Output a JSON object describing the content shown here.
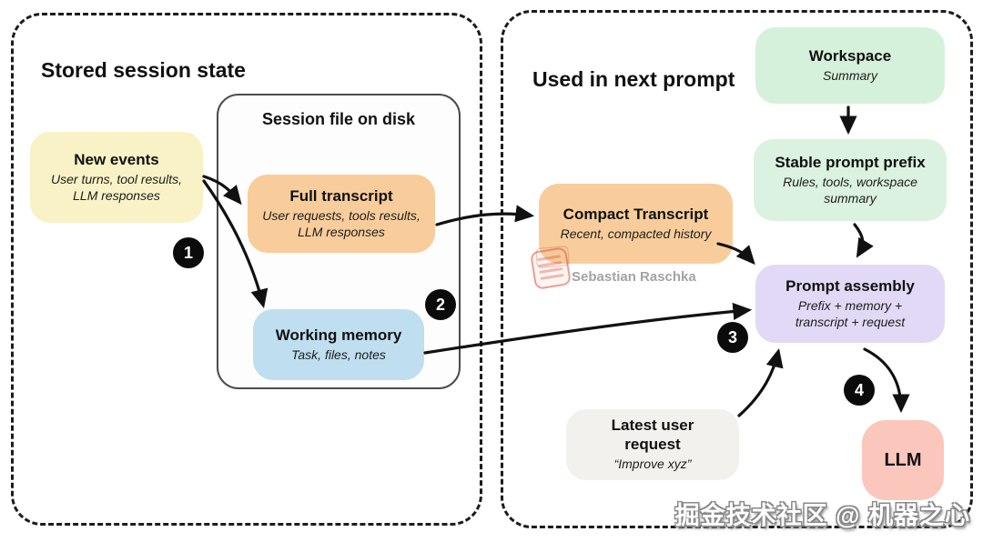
{
  "left_panel": {
    "title": "Stored session state"
  },
  "right_panel": {
    "title": "Used in next prompt"
  },
  "session_file": {
    "title": "Session file on disk"
  },
  "nodes": {
    "new_events": {
      "title": "New events",
      "subtitle": "User turns, tool results, LLM responses",
      "bg": "#F8F2C6"
    },
    "full_transcript": {
      "title": "Full transcript",
      "subtitle": "User requests, tools results, LLM responses",
      "bg": "#F8CD9B"
    },
    "working_memory": {
      "title": "Working memory",
      "subtitle": "Task, files, notes",
      "bg": "#BFDEEF"
    },
    "compact_transcript": {
      "title": "Compact Transcript",
      "subtitle": "Recent, compacted history",
      "bg": "#F8CD9B"
    },
    "workspace": {
      "title": "Workspace",
      "subtitle": "Summary",
      "bg": "#D6F1DB"
    },
    "stable_prefix": {
      "title": "Stable prompt prefix",
      "subtitle": "Rules, tools, workspace summary",
      "bg": "#DAF2DF"
    },
    "prompt_assembly": {
      "title": "Prompt assembly",
      "subtitle": "Prefix + memory + transcript + request",
      "bg": "#E2D9F6"
    },
    "latest_request": {
      "title": "Latest user request",
      "subtitle": "“Improve xyz”",
      "bg": "#F2F1ED"
    },
    "llm": {
      "title": "LLM",
      "bg": "#FBC6BC"
    }
  },
  "badges": [
    "1",
    "2",
    "3",
    "4"
  ],
  "watermarks": {
    "author": "Sebastian Raschka",
    "community": "掘金技术社区 @ 机器之心"
  },
  "colors": {
    "arrow": "#111111",
    "dashed_border": "#1c1c1c",
    "badge_bg": "#0b0b0b",
    "stamp_red": "#D24B37",
    "author_gray": "#A3A3A3"
  }
}
